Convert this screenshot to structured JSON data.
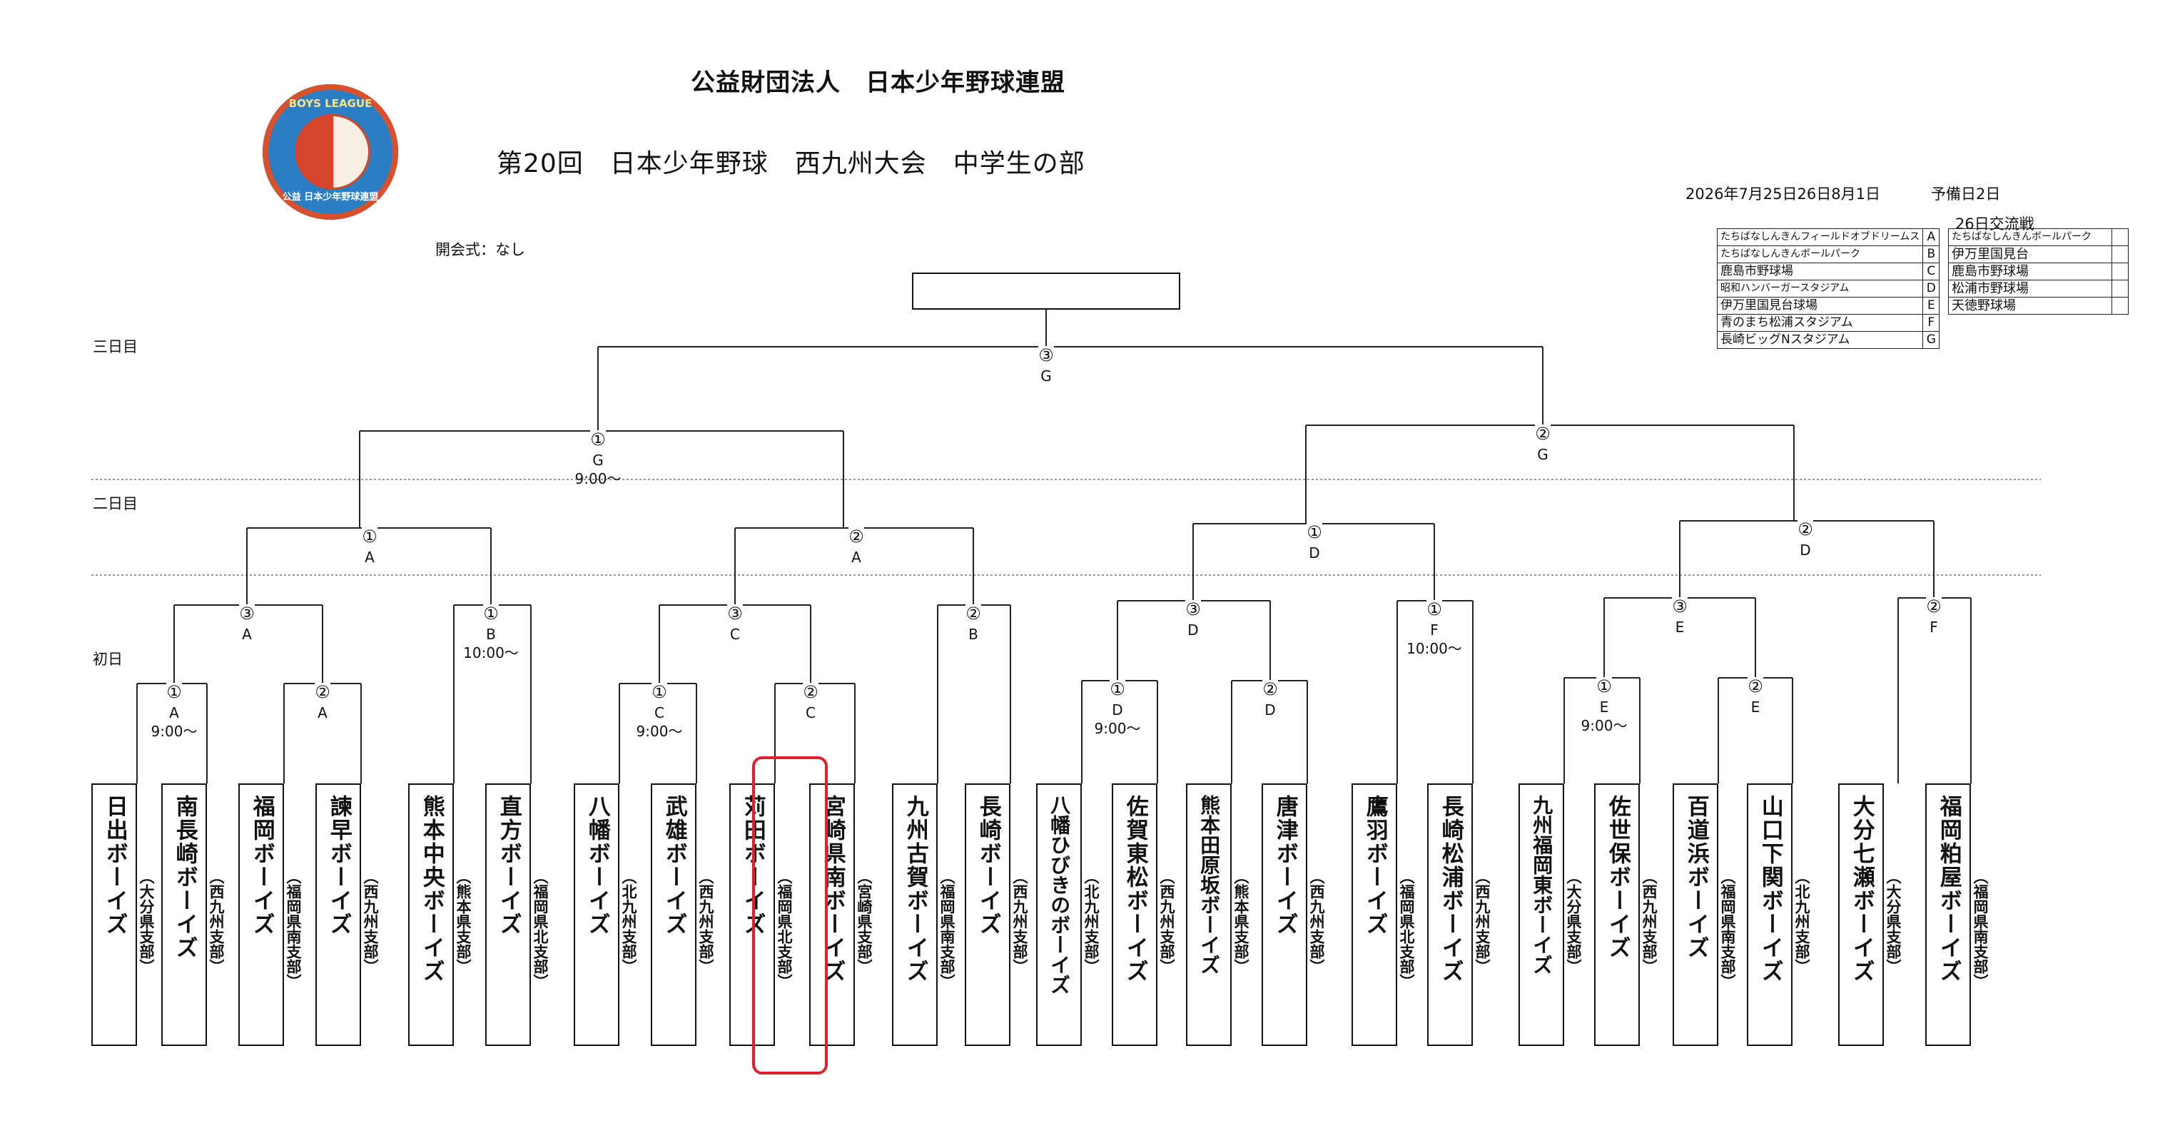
{
  "header": {
    "org": "公益財団法人　日本少年野球連盟",
    "tournament": "第20回　日本少年野球　西九州大会　中学生の部",
    "dates": "2026年7月25日26日8月1日",
    "reserve": "予備日2日",
    "opening": "開会式：なし",
    "logo_top": "BOYS LEAGUE",
    "logo_bottom": "公益 日本少年野球連盟"
  },
  "day_labels": {
    "day3": "三日目",
    "day2": "二日目",
    "day1": "初日"
  },
  "venues": [
    {
      "name": "たちばなしんきんフィールドオブドリームス",
      "code": "A"
    },
    {
      "name": "たちばなしんきんボールパーク",
      "code": "B"
    },
    {
      "name": "鹿島市野球場",
      "code": "C"
    },
    {
      "name": "昭和ハンバーガースタジアム",
      "code": "D"
    },
    {
      "name": "伊万里国見台球場",
      "code": "E"
    },
    {
      "name": "青のまち松浦スタジアム",
      "code": "F"
    },
    {
      "name": "長崎ビッグNスタジアム",
      "code": "G"
    }
  ],
  "exchange": {
    "title": "26日交流戦",
    "venues": [
      "たちばなしんきんボールパーク",
      "伊万里国見台",
      "鹿島市野球場",
      "松浦市野球場",
      "天徳野球場"
    ]
  },
  "teams": [
    {
      "name": "日出ボーイズ",
      "branch": "（大分県支部）"
    },
    {
      "name": "南長崎ボーイズ",
      "branch": "（西九州支部）"
    },
    {
      "name": "福岡ボーイズ",
      "branch": "（福岡県南支部）"
    },
    {
      "name": "諫早ボーイズ",
      "branch": "（西九州支部）"
    },
    {
      "name": "熊本中央ボーイズ",
      "branch": "（熊本県支部）"
    },
    {
      "name": "直方ボーイズ",
      "branch": "（福岡県北支部）"
    },
    {
      "name": "八幡ボーイズ",
      "branch": "（北九州支部）"
    },
    {
      "name": "武雄ボーイズ",
      "branch": "（西九州支部）"
    },
    {
      "name": "苅田ボーイズ",
      "branch": "（福岡県北支部）"
    },
    {
      "name": "宮崎県南ボーイズ",
      "branch": "（宮崎県支部）"
    },
    {
      "name": "九州古賀ボーイズ",
      "branch": "（福岡県南支部）"
    },
    {
      "name": "長崎ボーイズ",
      "branch": "（西九州支部）"
    },
    {
      "name": "八幡ひびきのボーイズ",
      "branch": "（北九州支部）"
    },
    {
      "name": "佐賀東松ボーイズ",
      "branch": "（西九州支部）"
    },
    {
      "name": "熊本田原坂ボーイズ",
      "branch": "（熊本県支部）"
    },
    {
      "name": "唐津ボーイズ",
      "branch": "（西九州支部）"
    },
    {
      "name": "鷹羽ボーイズ",
      "branch": "（福岡県北支部）"
    },
    {
      "name": "長崎松浦ボーイズ",
      "branch": "（西九州支部）"
    },
    {
      "name": "九州福岡東ボーイズ",
      "branch": "（大分県支部）"
    },
    {
      "name": "佐世保ボーイズ",
      "branch": "（西九州支部）"
    },
    {
      "name": "百道浜ボーイズ",
      "branch": "（福岡県南支部）"
    },
    {
      "name": "山口下関ボーイズ",
      "branch": "（北九州支部）"
    },
    {
      "name": "大分七瀬ボーイズ",
      "branch": "（大分県支部）"
    },
    {
      "name": "福岡粕屋ボーイズ",
      "branch": "（福岡県南支部）"
    }
  ],
  "matches": [
    {
      "id": "r1a",
      "num": "①",
      "venue": "A",
      "time": "9:00～"
    },
    {
      "id": "r1b",
      "num": "②",
      "venue": "A",
      "time": ""
    },
    {
      "id": "r1c",
      "num": "①",
      "venue": "C",
      "time": "9:00～"
    },
    {
      "id": "r1d",
      "num": "②",
      "venue": "C",
      "time": ""
    },
    {
      "id": "r1e",
      "num": "①",
      "venue": "D",
      "time": "9:00～"
    },
    {
      "id": "r1f",
      "num": "②",
      "venue": "D",
      "time": ""
    },
    {
      "id": "r1g",
      "num": "①",
      "venue": "E",
      "time": "9:00～"
    },
    {
      "id": "r1h",
      "num": "②",
      "venue": "E",
      "time": ""
    },
    {
      "id": "r2a",
      "num": "③",
      "venue": "A",
      "time": ""
    },
    {
      "id": "r2b",
      "num": "①",
      "venue": "B",
      "time": "10:00～"
    },
    {
      "id": "r2c",
      "num": "③",
      "venue": "C",
      "time": ""
    },
    {
      "id": "r2d",
      "num": "②",
      "venue": "B",
      "time": ""
    },
    {
      "id": "r2e",
      "num": "③",
      "venue": "D",
      "time": ""
    },
    {
      "id": "r2f",
      "num": "①",
      "venue": "F",
      "time": "10:00～"
    },
    {
      "id": "r2g",
      "num": "③",
      "venue": "E",
      "time": ""
    },
    {
      "id": "r2h",
      "num": "②",
      "venue": "F",
      "time": ""
    },
    {
      "id": "r3a",
      "num": "①",
      "venue": "A",
      "time": ""
    },
    {
      "id": "r3b",
      "num": "②",
      "venue": "A",
      "time": ""
    },
    {
      "id": "r3c",
      "num": "①",
      "venue": "D",
      "time": ""
    },
    {
      "id": "r3d",
      "num": "②",
      "venue": "D",
      "time": ""
    },
    {
      "id": "sfa",
      "num": "①",
      "venue": "G",
      "time": "9:00～"
    },
    {
      "id": "sfb",
      "num": "②",
      "venue": "G",
      "time": ""
    },
    {
      "id": "fin",
      "num": "③",
      "venue": "G",
      "time": ""
    }
  ],
  "highlighted_team": "苅田ボーイズ"
}
